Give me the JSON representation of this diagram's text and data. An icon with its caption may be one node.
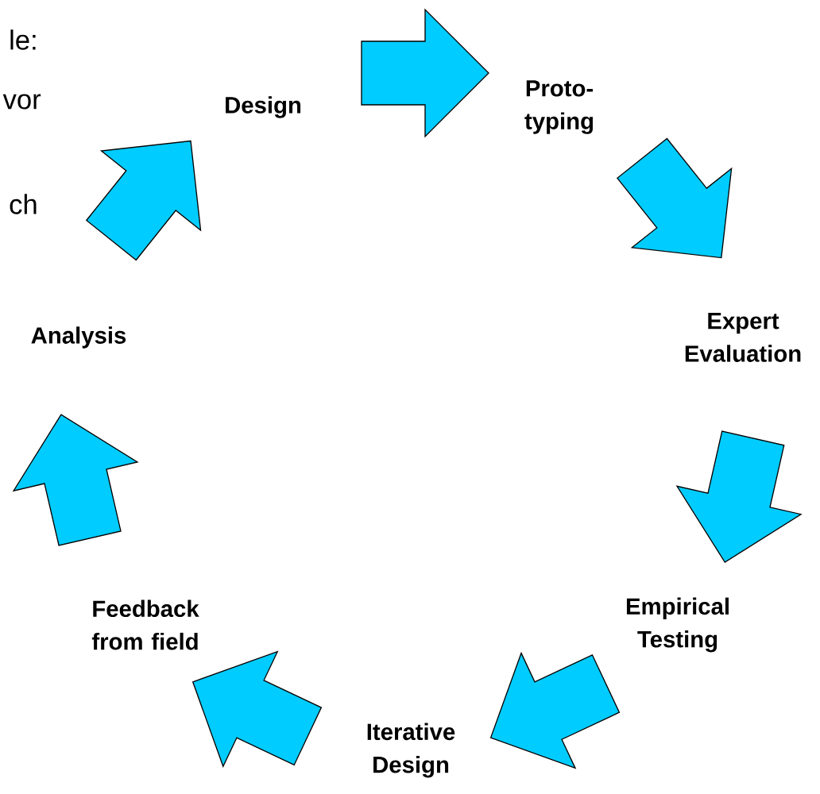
{
  "diagram": {
    "nodes": [
      {
        "text": [
          "Design"
        ]
      },
      {
        "text": [
          "Proto- typing"
        ]
      },
      {
        "text": [
          "Expert Evaluation"
        ]
      },
      {
        "text": [
          "Empirical Testing"
        ]
      },
      {
        "text": [
          "Iterative Design"
        ]
      },
      {
        "text": [
          "Feedback from field"
        ]
      },
      {
        "text": [
          "Analysis"
        ]
      }
    ],
    "edges": [
      {
        "from": 0,
        "to": 1,
        "arrow": "to"
      },
      {
        "from": 1,
        "to": 2,
        "arrow": "to"
      },
      {
        "from": 2,
        "to": 3,
        "arrow": "to"
      },
      {
        "from": 3,
        "to": 4,
        "arrow": "to"
      },
      {
        "from": 4,
        "to": 5,
        "arrow": "to"
      },
      {
        "from": 5,
        "to": 6,
        "arrow": "to"
      },
      {
        "from": 6,
        "to": 0,
        "arrow": "to"
      }
    ],
    "labels": [
      "le:",
      "vor",
      "ch"
    ]
  }
}
